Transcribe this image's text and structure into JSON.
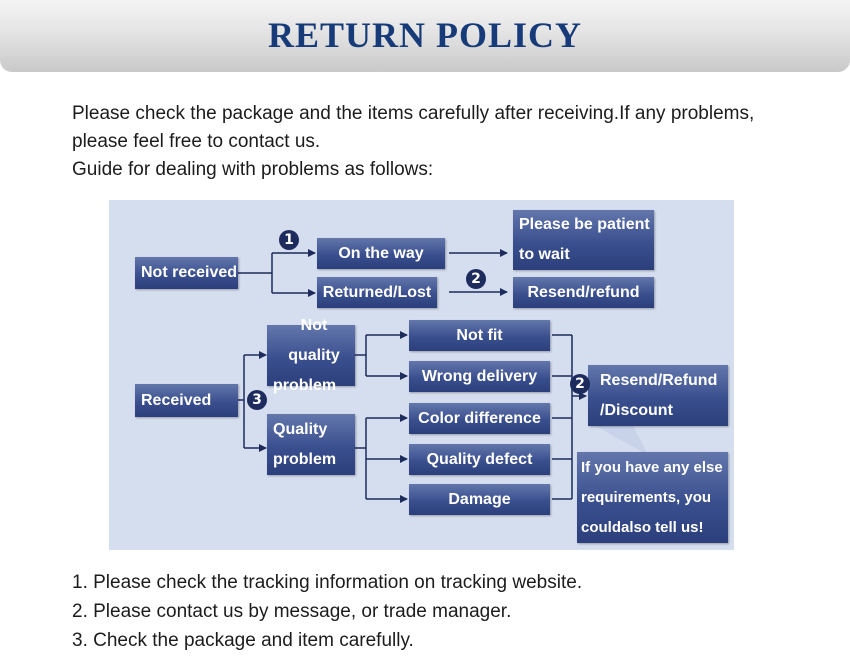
{
  "banner": {
    "title": "RETURN POLICY"
  },
  "intro": {
    "line1": "Please check the package and the items carefully after receiving.If any problems,",
    "line2": "please feel free to contact us.",
    "line3": "Guide for dealing with problems as follows:"
  },
  "flowchart": {
    "not_received": "Not received",
    "on_the_way": "On the way",
    "returned_lost": "Returned/Lost",
    "patient_line1": "Please be patient",
    "patient_line2": "to wait",
    "resend_refund": "Resend/refund",
    "received": "Received",
    "not_quality_line1": "Not quality",
    "not_quality_line2": "problem",
    "quality_line1": "Quality",
    "quality_line2": "problem",
    "not_fit": "Not fit",
    "wrong_delivery": "Wrong delivery",
    "color_difference": "Color difference",
    "quality_defect": "Quality defect",
    "damage": "Damage",
    "resend_discount_line1": "Resend/Refund",
    "resend_discount_line2": "/Discount",
    "callout_line1": "If you have any else",
    "callout_line2": "requirements, you",
    "callout_line3": "couldalso tell us!",
    "badge_1": "1",
    "badge_2a": "2",
    "badge_2b": "2",
    "badge_3": "3"
  },
  "steps": {
    "item1": "1. Please check the tracking information on tracking website.",
    "item2": "2. Please contact us by message, or trade manager.",
    "item3": "3. Check the package and item carefully."
  }
}
